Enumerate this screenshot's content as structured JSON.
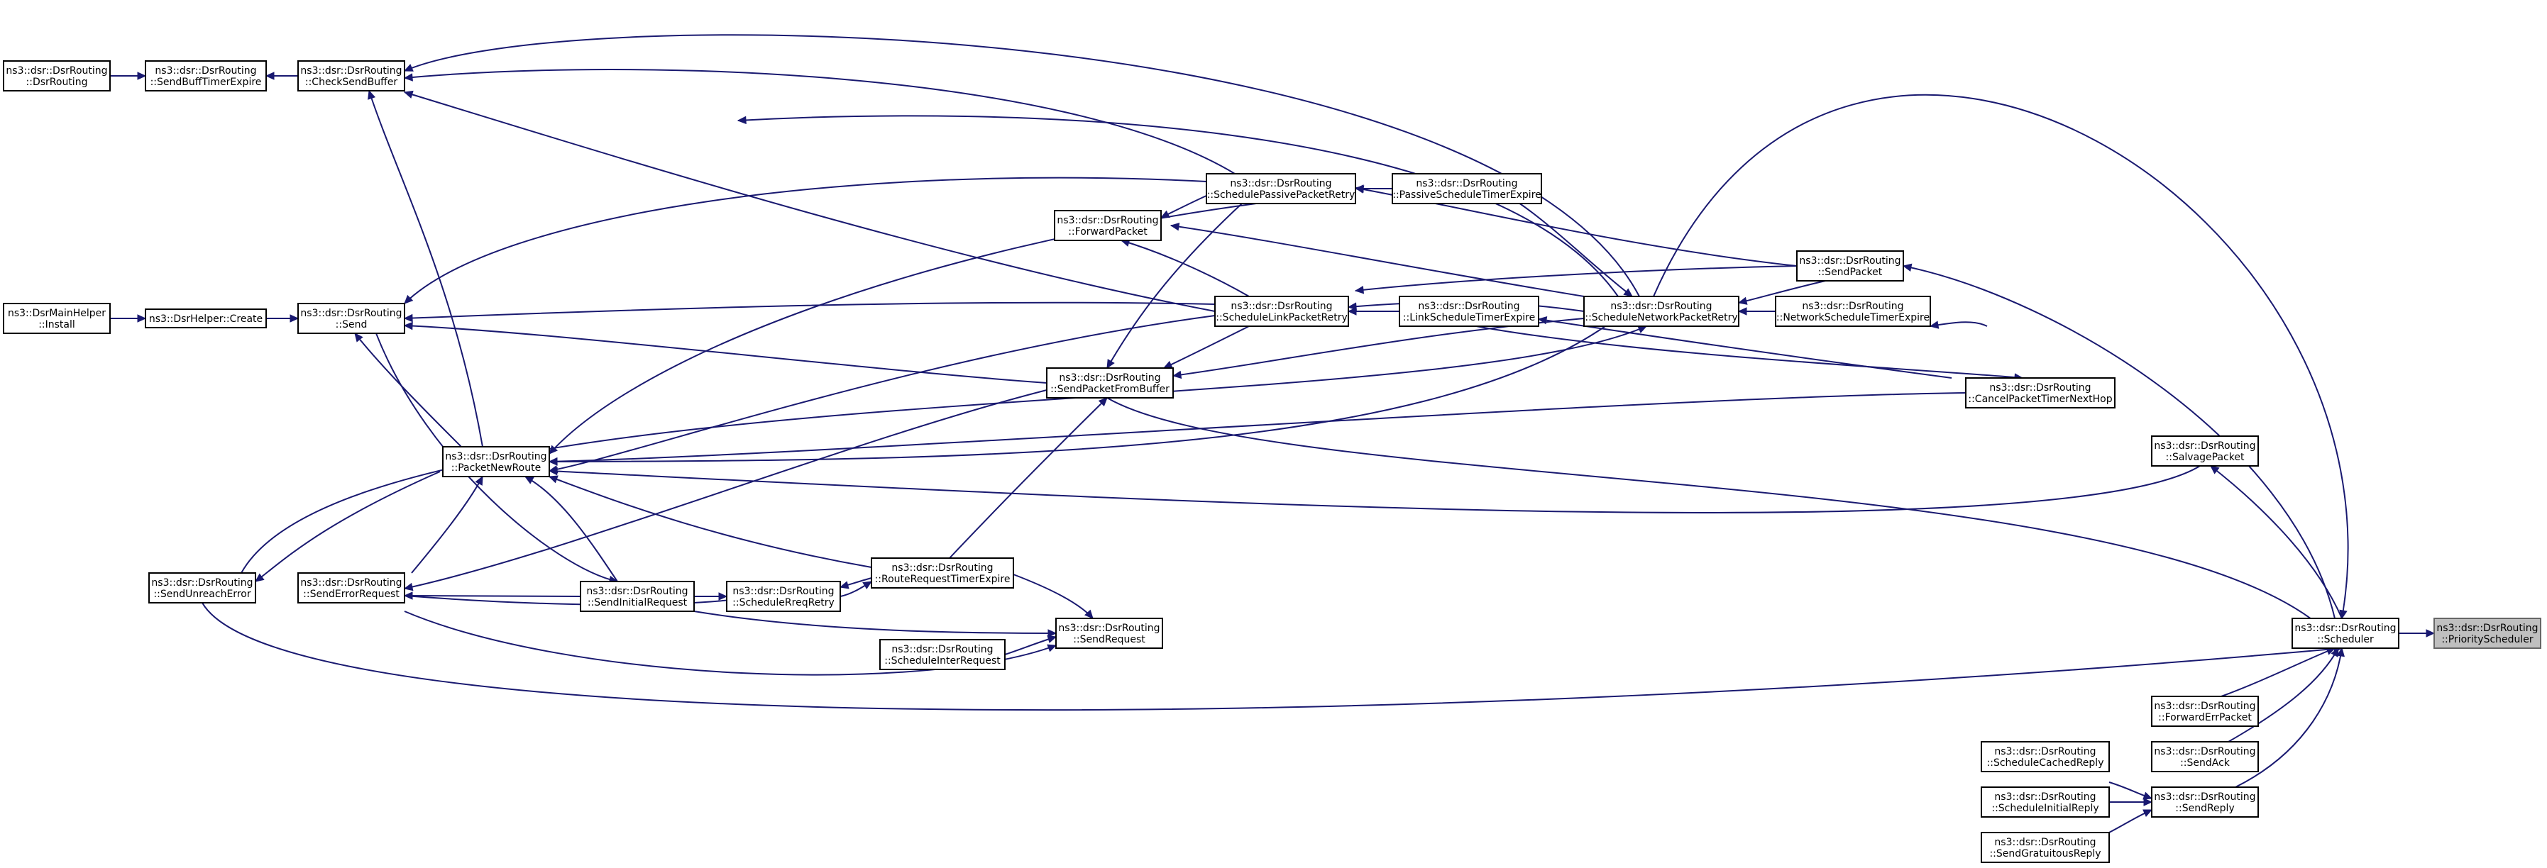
{
  "nodes": [
    {
      "id": "PriorityScheduler",
      "lines": [
        "ns3::dsr::DsrRouting",
        "::PriorityScheduler"
      ],
      "current": true
    },
    {
      "id": "Scheduler",
      "lines": [
        "ns3::dsr::DsrRouting",
        "::Scheduler"
      ]
    },
    {
      "id": "SendPacket",
      "lines": [
        "ns3::dsr::DsrRouting",
        "::SendPacket"
      ]
    },
    {
      "id": "SalvagePacket",
      "lines": [
        "ns3::dsr::DsrRouting",
        "::SalvagePacket"
      ]
    },
    {
      "id": "ForwardErrPacket",
      "lines": [
        "ns3::dsr::DsrRouting",
        "::ForwardErrPacket"
      ]
    },
    {
      "id": "SendAck",
      "lines": [
        "ns3::dsr::DsrRouting",
        "::SendAck"
      ]
    },
    {
      "id": "SendReply",
      "lines": [
        "ns3::dsr::DsrRouting",
        "::SendReply"
      ]
    },
    {
      "id": "ScheduleCachedReply",
      "lines": [
        "ns3::dsr::DsrRouting",
        "::ScheduleCachedReply"
      ]
    },
    {
      "id": "ScheduleInitialReply",
      "lines": [
        "ns3::dsr::DsrRouting",
        "::ScheduleInitialReply"
      ]
    },
    {
      "id": "SendGratuitousReply",
      "lines": [
        "ns3::dsr::DsrRouting",
        "::SendGratuitousReply"
      ]
    },
    {
      "id": "CancelPacketTimerNextHop",
      "lines": [
        "ns3::dsr::DsrRouting",
        "::CancelPacketTimerNextHop"
      ]
    },
    {
      "id": "NetworkScheduleTimerExpire",
      "lines": [
        "ns3::dsr::DsrRouting",
        "::NetworkScheduleTimerExpire"
      ]
    },
    {
      "id": "ScheduleNetworkPacketRetry",
      "lines": [
        "ns3::dsr::DsrRouting",
        "::ScheduleNetworkPacketRetry"
      ]
    },
    {
      "id": "PassiveScheduleTimerExpire",
      "lines": [
        "ns3::dsr::DsrRouting",
        "::PassiveScheduleTimerExpire"
      ]
    },
    {
      "id": "LinkScheduleTimerExpire",
      "lines": [
        "ns3::dsr::DsrRouting",
        "::LinkScheduleTimerExpire"
      ]
    },
    {
      "id": "SchedulePassivePacketRetry",
      "lines": [
        "ns3::dsr::DsrRouting",
        "::SchedulePassivePacketRetry"
      ]
    },
    {
      "id": "ForwardPacket",
      "lines": [
        "ns3::dsr::DsrRouting",
        "::ForwardPacket"
      ]
    },
    {
      "id": "ScheduleLinkPacketRetry",
      "lines": [
        "ns3::dsr::DsrRouting",
        "::ScheduleLinkPacketRetry"
      ]
    },
    {
      "id": "SendPacketFromBuffer",
      "lines": [
        "ns3::dsr::DsrRouting",
        "::SendPacketFromBuffer"
      ]
    },
    {
      "id": "RouteRequestTimerExpire",
      "lines": [
        "ns3::dsr::DsrRouting",
        "::RouteRequestTimerExpire"
      ]
    },
    {
      "id": "SendRequest",
      "lines": [
        "ns3::dsr::DsrRouting",
        "::SendRequest"
      ]
    },
    {
      "id": "ScheduleInterRequest",
      "lines": [
        "ns3::dsr::DsrRouting",
        "::ScheduleInterRequest"
      ]
    },
    {
      "id": "ScheduleRreqRetry",
      "lines": [
        "ns3::dsr::DsrRouting",
        "::ScheduleRreqRetry"
      ]
    },
    {
      "id": "SendInitialRequest",
      "lines": [
        "ns3::dsr::DsrRouting",
        "::SendInitialRequest"
      ]
    },
    {
      "id": "PacketNewRoute",
      "lines": [
        "ns3::dsr::DsrRouting",
        "::PacketNewRoute"
      ]
    },
    {
      "id": "SendErrorRequest",
      "lines": [
        "ns3::dsr::DsrRouting",
        "::SendErrorRequest"
      ]
    },
    {
      "id": "SendUnreachError",
      "lines": [
        "ns3::dsr::DsrRouting",
        "::SendUnreachError"
      ]
    },
    {
      "id": "Send",
      "lines": [
        "ns3::dsr::DsrRouting",
        "::Send"
      ]
    },
    {
      "id": "CheckSendBuffer",
      "lines": [
        "ns3::dsr::DsrRouting",
        "::CheckSendBuffer"
      ]
    },
    {
      "id": "SendBuffTimerExpire",
      "lines": [
        "ns3::dsr::DsrRouting",
        "::SendBuffTimerExpire"
      ]
    },
    {
      "id": "DsrRouting",
      "lines": [
        "ns3::dsr::DsrRouting",
        "::DsrRouting"
      ]
    },
    {
      "id": "DsrHelperCreate",
      "lines": [
        "ns3::DsrHelper::Create"
      ]
    },
    {
      "id": "DsrMainHelperInstall",
      "lines": [
        "ns3::DsrMainHelper",
        "::Install"
      ]
    }
  ]
}
